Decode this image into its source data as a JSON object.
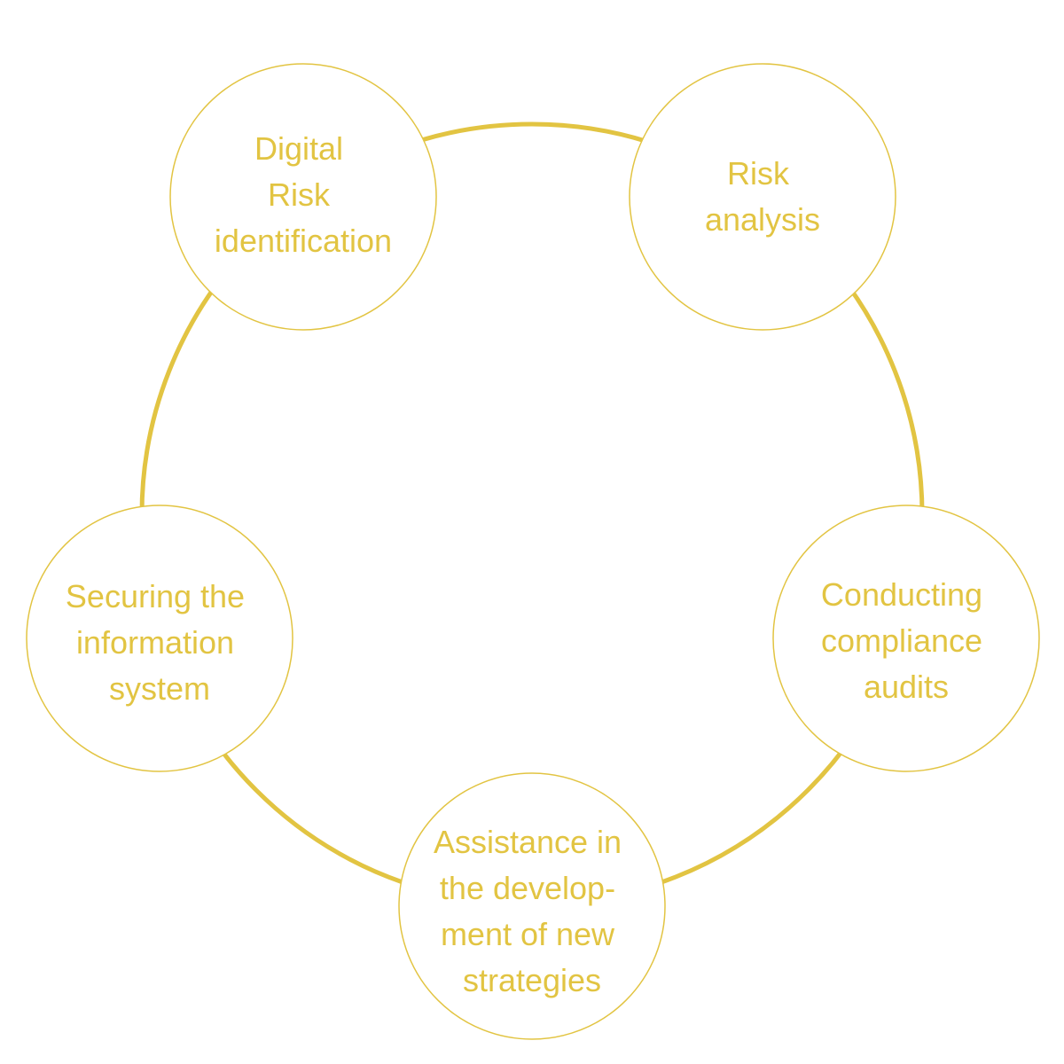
{
  "colors": {
    "accent": "#e2c442",
    "background": "#ffffff"
  },
  "nodes": [
    {
      "label_lines": [
        "Digital",
        "Risk",
        "identification"
      ]
    },
    {
      "label_lines": [
        "Risk",
        "analysis"
      ]
    },
    {
      "label_lines": [
        "Conducting",
        "compliance",
        "audits"
      ]
    },
    {
      "label_lines": [
        "Assistance in",
        "the develop-",
        "ment of new",
        "strategies"
      ]
    },
    {
      "label_lines": [
        "Securing the",
        "information",
        "system"
      ]
    }
  ]
}
